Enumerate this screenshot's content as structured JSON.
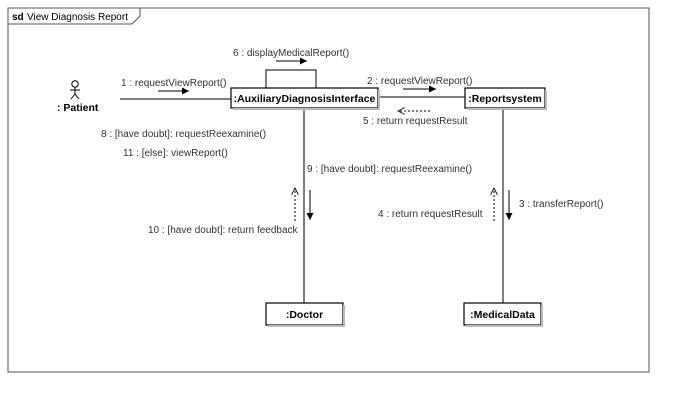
{
  "frame": {
    "keyword": "sd",
    "title": "View Diagnosis Report"
  },
  "actor": {
    "label": ": Patient"
  },
  "objects": {
    "interface": ":AuxiliaryDiagnosisInterface",
    "reportsystem": ":Reportsystem",
    "doctor": ":Doctor",
    "medicaldata": ":MedicalData"
  },
  "messages": {
    "m1": "1 : requestViewReport()",
    "m2": "2 : requestViewReport()",
    "m3": "3 : transferReport()",
    "m4": "4 : return requestResult",
    "m5": "5 : return requestResult",
    "m6": "6 : displayMedicalReport()",
    "m8": "8 : [have doubt]: requestReexamine()",
    "m9": "9 : [have doubt]: requestReexamine()",
    "m10": "10 : [have doubt]: return feedback",
    "m11": "11 : [else]: viewReport()"
  },
  "colors": {
    "line": "#000000",
    "text": "#333333",
    "frame": "#555555",
    "background": "#ffffff"
  }
}
